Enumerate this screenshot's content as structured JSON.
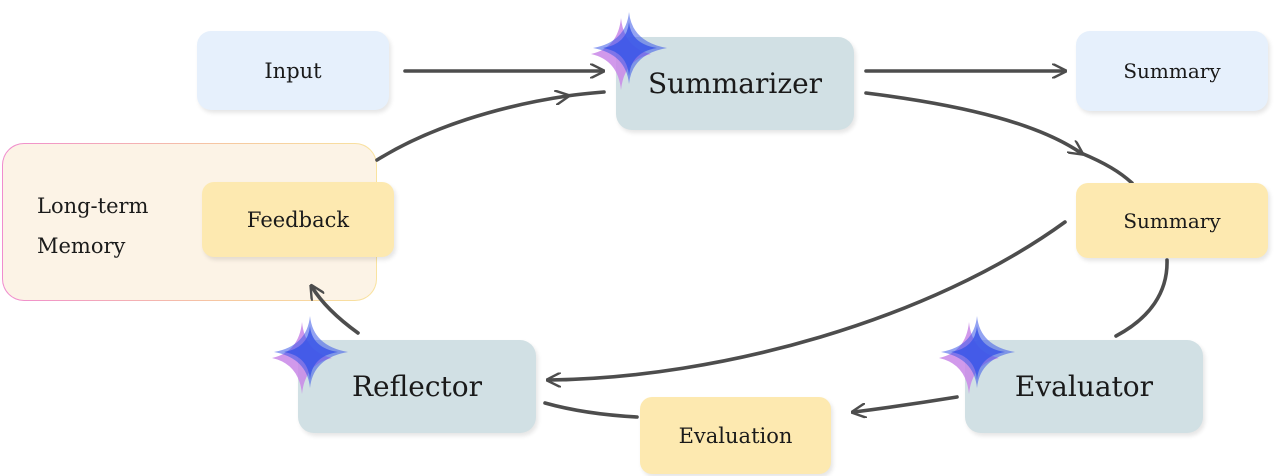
{
  "nodes": {
    "input": "Input",
    "summarizer": "Summarizer",
    "summary_output": "Summary",
    "summary_feedback": "Summary",
    "evaluator": "Evaluator",
    "evaluation": "Evaluation",
    "reflector": "Reflector",
    "feedback": "Feedback",
    "memory": "Long-term\nMemory"
  },
  "icons": {
    "agent_icon": "sparkle-icon"
  },
  "colors": {
    "io_box": "#e6f0fc",
    "artifact_box": "#fde9b0",
    "agent_box": "#d1e0e4",
    "memory_box": "#fcf3e6",
    "arrow": "#4d4d4d",
    "sparkle_front": "#3b57e8",
    "sparkle_back": "#c987e8"
  }
}
